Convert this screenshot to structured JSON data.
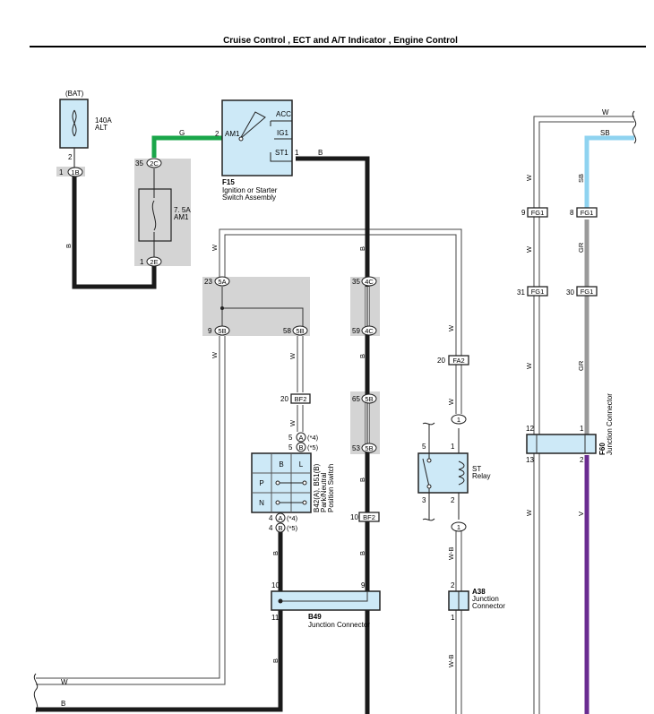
{
  "header": {
    "title": "Cruise Control , ECT and A/T Indicator , Engine Control"
  },
  "colors": {
    "wire_black": "#1a1a1a",
    "wire_green": "#1aa64a",
    "wire_sky_blue": "#8fd3f0",
    "wire_gray": "#9a9a9a",
    "wire_violet": "#6a2c91",
    "component_fill": "#cde9f7",
    "shade": "#d4d4d4"
  },
  "components": {
    "bat": {
      "label": "(BAT)",
      "fuse_rating": "140A",
      "fuse_name": "ALT",
      "pin_out": "2"
    },
    "am1_fuse": {
      "rating": "7. 5A",
      "name": "AM1"
    },
    "ignition": {
      "id": "F15",
      "name_line1": "Ignition or Starter",
      "name_line2": "Switch Assembly",
      "pin_in": "2",
      "pin_am1": "AM1",
      "acc": "ACC",
      "ig1": "IG1",
      "st1": "ST1",
      "pin_out": "1"
    },
    "pnp": {
      "id": "B42(A), B51(B)",
      "name_line1": "Park/Neutral",
      "name_line2": "Position Switch",
      "headers": [
        "B",
        "L"
      ],
      "rows": [
        "P",
        "N"
      ],
      "top_pins": [
        {
          "pin": "5",
          "conn": "A",
          "note": "(*4)"
        },
        {
          "pin": "5",
          "conn": "B",
          "note": "(*5)"
        }
      ],
      "bottom_pins": [
        {
          "pin": "4",
          "conn": "A",
          "note": "(*4)"
        },
        {
          "pin": "4",
          "conn": "B",
          "note": "(*5)"
        }
      ]
    },
    "b49": {
      "id": "B49",
      "name": "Junction Connector",
      "pin_10": "10",
      "pin_9": "9",
      "pin_11": "11"
    },
    "st_relay": {
      "name_line1": "ST",
      "name_line2": "Relay",
      "pin_5": "5",
      "pin_1": "1",
      "pin_3": "3",
      "pin_2": "2",
      "conn_top": "1",
      "conn_bottom": "1"
    },
    "a38": {
      "id": "A38",
      "name_line1": "Junction",
      "name_line2": "Connector",
      "pin_2": "2",
      "pin_1": "1"
    },
    "f60": {
      "id": "F60",
      "name": "Junction Connector",
      "pin_12": "12",
      "pin_1": "1",
      "pin_13": "13",
      "pin_2": "2"
    }
  },
  "connectors": {
    "c1b": {
      "pin": "1",
      "id": "1B"
    },
    "c2c": {
      "pin": "35",
      "id": "2C"
    },
    "c2e": {
      "pin": "1",
      "id": "2E"
    },
    "c5a": {
      "pin": "23",
      "id": "5A"
    },
    "c5b_9": {
      "pin": "9",
      "id": "5B"
    },
    "c5b_58": {
      "pin": "58",
      "id": "5B"
    },
    "c4c_35": {
      "pin": "35",
      "id": "4C"
    },
    "c4c_59": {
      "pin": "59",
      "id": "4C"
    },
    "c5b_65": {
      "pin": "65",
      "id": "5B"
    },
    "c5b_53": {
      "pin": "53",
      "id": "5B"
    },
    "bf2_20": {
      "pin": "20",
      "id": "BF2"
    },
    "bf2_10": {
      "pin": "10",
      "id": "BF2"
    },
    "fa2_20": {
      "pin": "20",
      "id": "FA2"
    },
    "fg1_9": {
      "pin": "9",
      "id": "FG1"
    },
    "fg1_8": {
      "pin": "8",
      "id": "FG1"
    },
    "fg1_31": {
      "pin": "31",
      "id": "FG1"
    },
    "fg1_30": {
      "pin": "30",
      "id": "FG1"
    }
  },
  "wire_labels": {
    "g": "G",
    "b": "B",
    "w": "W",
    "sb": "SB",
    "gr": "GR",
    "v": "V",
    "wb": "W-B"
  }
}
